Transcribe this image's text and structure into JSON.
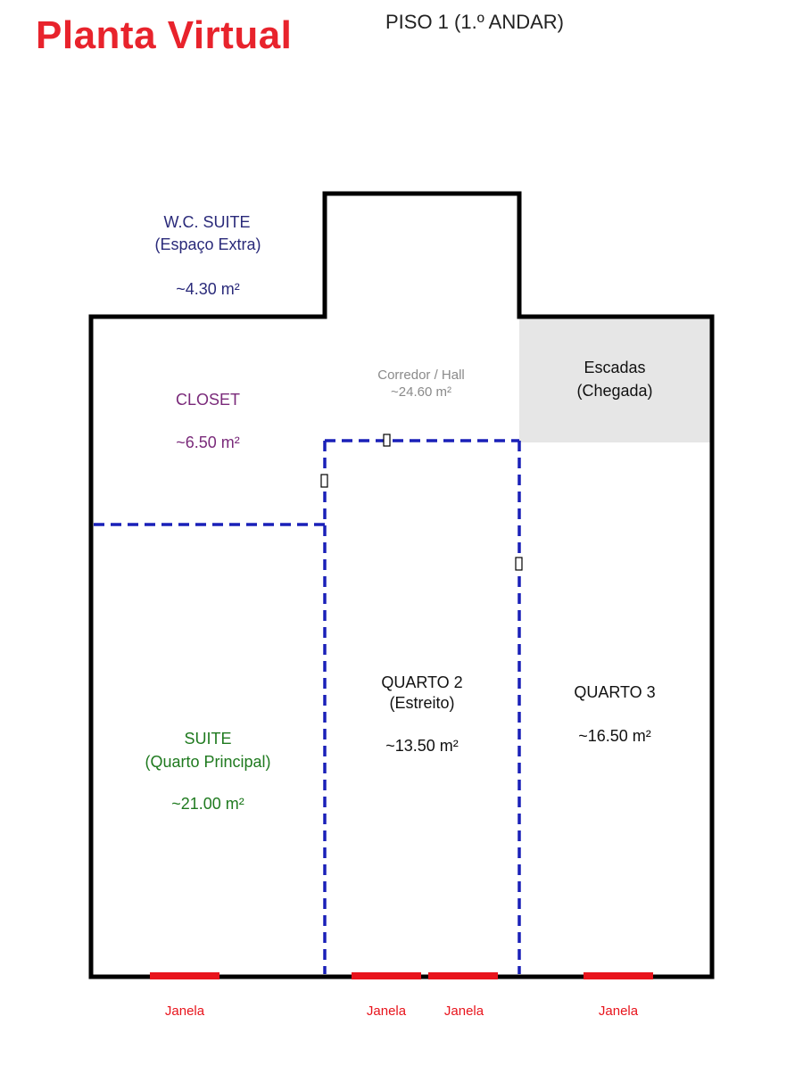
{
  "header": {
    "brand": "Planta Virtual",
    "floor_title": "PISO 1 (1.º ANDAR)"
  },
  "colors": {
    "brand": "#e8232c",
    "wall": "#000000",
    "partition": "#1a20b8",
    "window": "#e8141c",
    "stairs_fill": "#e6e6e6",
    "wc": "#2a2a7a",
    "closet": "#7a2a7a",
    "suite": "#1f7a1f",
    "hall": "#8a8a8a",
    "default_text": "#111111"
  },
  "rooms": {
    "wc": {
      "name": "W.C. SUITE",
      "subtitle": "(Espaço Extra)",
      "area": "~4.30 m²"
    },
    "closet": {
      "name": "CLOSET",
      "area": "~6.50 m²"
    },
    "hall": {
      "name": "Corredor / Hall",
      "area": "~24.60 m²"
    },
    "stairs": {
      "name": "Escadas",
      "subtitle": "(Chegada)"
    },
    "suite": {
      "name": "SUITE",
      "subtitle": "(Quarto Principal)",
      "area": "~21.00 m²"
    },
    "quarto2": {
      "name": "QUARTO 2",
      "subtitle": "(Estreito)",
      "area": "~13.50 m²"
    },
    "quarto3": {
      "name": "QUARTO 3",
      "area": "~16.50 m²"
    }
  },
  "windows": [
    {
      "label": "Janela"
    },
    {
      "label": "Janela"
    },
    {
      "label": "Janela"
    },
    {
      "label": "Janela"
    }
  ]
}
